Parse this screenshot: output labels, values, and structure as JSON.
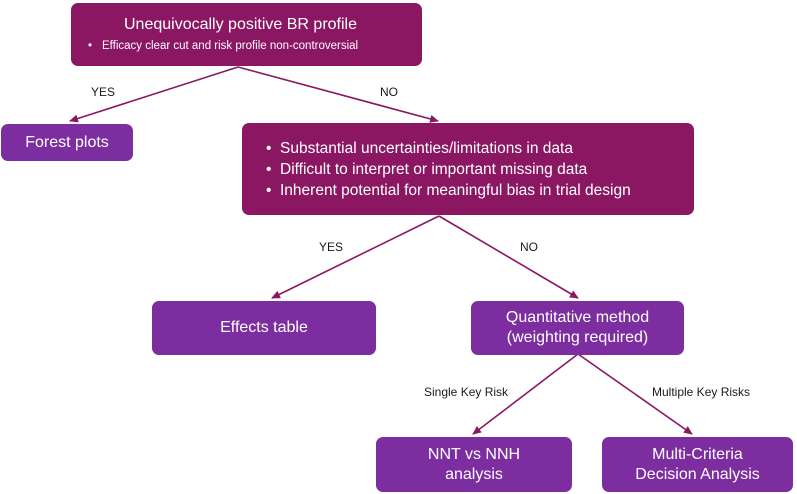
{
  "root": {
    "title": "Unequivocally positive BR profile",
    "bullets": [
      "Efficacy clear cut and risk profile non-controversial"
    ]
  },
  "edge_labels": {
    "root_yes": "YES",
    "root_no": "NO",
    "mid_yes": "YES",
    "mid_no": "NO",
    "single_key_risk": "Single Key Risk",
    "multiple_key_risks": "Multiple Key Risks"
  },
  "forest_plots": {
    "label": "Forest plots"
  },
  "uncertainty": {
    "bullets": [
      "Substantial uncertainties/limitations in data",
      "Difficult to interpret or important missing data",
      "Inherent potential for meaningful bias in trial design"
    ]
  },
  "effects_table": {
    "label": "Effects table"
  },
  "quantitative": {
    "lines": [
      "Quantitative method",
      "(weighting required)"
    ]
  },
  "nnt": {
    "lines": [
      "NNT vs NNH",
      "analysis"
    ]
  },
  "mcda": {
    "lines": [
      "Multi-Criteria",
      "Decision Analysis"
    ]
  },
  "colors": {
    "magenta": "#8b1763",
    "purple": "#7c2ea0",
    "connector": "#8b1763"
  }
}
